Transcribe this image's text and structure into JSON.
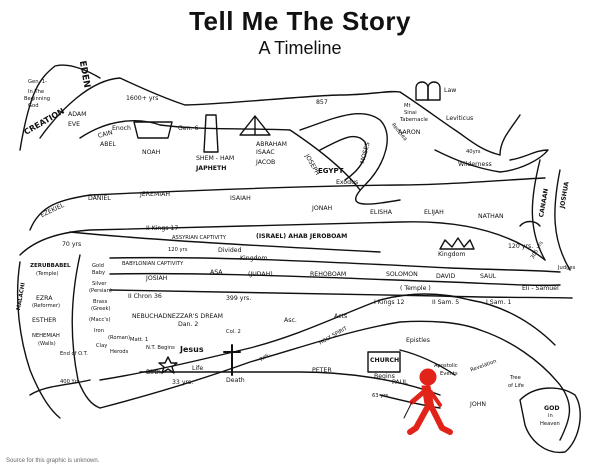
{
  "title": "Tell Me The Story",
  "subtitle": "A Timeline",
  "credit": "Source for this graphic is unknown.",
  "labels": {
    "gen1": "Gen. 1-",
    "beginning1": "In The",
    "beginning2": "Beginning",
    "god": "God",
    "creation": "CREATION",
    "eden": "EDEN",
    "adam": "ADAM",
    "eve": "EVE",
    "cain": "CAIN",
    "abel": "ABEL",
    "enoch": "Enoch",
    "yrs1600": "1600+ yrs",
    "noah": "NOAH",
    "gen6": "Gen. 6",
    "shem_ham": "SHEM - HAM",
    "japheth": "JAPHETH",
    "abraham": "ABRAHAM",
    "isaac": "ISAAC",
    "jacob": "JACOB",
    "n857": "857",
    "egypt": "EGYPT",
    "joseph": "JOSEPH",
    "moses": "MOSES",
    "exodus": "Exodus",
    "law": "Law",
    "mt": "Mt",
    "sinai": "Sinai",
    "tabernacle": "Tabernacle",
    "aaron": "AARON",
    "leviticus": "Leviticus",
    "yrs40": "40yrs",
    "wilderness": "Wilderness",
    "red_sea": "Red Sea",
    "ezekiel": "EZEKIEL",
    "daniel": "DANIEL",
    "jeremiah": "JEREMIAH",
    "isaiah": "ISAIAH",
    "jonah": "JONAH",
    "elisha": "ELISHA",
    "elijah": "ELIJAH",
    "nathan": "NATHAN",
    "canaan": "CANAAN",
    "joshua": "JOSHUA",
    "yrs70": "70 yrs",
    "kings17": "II Kings 17",
    "assyrian_captivity": "ASSYRIAN CAPTIVITY",
    "yrs120a": "120 yrs",
    "divided": "Divided",
    "kingdom1": "Kingdom",
    "israel": "(ISRAEL) AHAB JEROBOAM",
    "kingdom2": "Kingdom",
    "yrs120b": "120 yrs.",
    "yrs305": "305 yrs",
    "judges": "Judges",
    "eli_samuel": "Eli - Samuel",
    "gold": "Gold",
    "babylon": "Baby",
    "silver": "Silver",
    "persian": "(Persian)",
    "brass": "Brass",
    "greek": "(Greek)",
    "maccs": "(Macc's)",
    "iron": "Iron",
    "roman": "(Roman)",
    "clay": "Clay",
    "herods": "Herods",
    "zerubbabel": "ZERUBBABEL",
    "temple1": "(Temple)",
    "ezra": "EZRA",
    "reformer": "(Reformer)",
    "esther": "ESTHER",
    "nehemiah": "NEHEMIAH",
    "walls": "(Walls)",
    "babylonian_captivity": "BABYLONIAN CAPTIVITY",
    "josiah": "JOSIAH",
    "asa": "ASA",
    "judah": "(JUDAH)",
    "rehoboam": "REHOBOAM",
    "solomon": "SOLOMON",
    "david": "DAVID",
    "saul": "SAUL",
    "temple2": "( Temple )",
    "chron36": "II Chron 36",
    "yrs399": "399 yrs.",
    "kings12": "I Kings 12",
    "sam5": "II Sam. 5",
    "sam1": "I Sam. 1",
    "nebuchadnezzar": "NEBUCHADNEZZAR'S DREAM",
    "dan2": "Dan. 2",
    "matt1": "Matt. 1",
    "nt_begins": "N.T. Begins",
    "jesus": "Jesus",
    "birth": "Birth",
    "life": "Life",
    "col2": "Col. 2",
    "death": "Death",
    "asc": "Asc.",
    "acts": "Acts",
    "holy_spirit": "HOLY SPIRIT",
    "church": "CHURCH",
    "begins": "Begins",
    "epistles": "Epistles",
    "apostolic": "Apostolic",
    "events": "Events",
    "revelation": "Revelation",
    "tree": "Tree",
    "of_life": "of Life",
    "god_heaven1": "GOD",
    "god_heaven2": "in",
    "god_heaven3": "Heaven",
    "peter": "PETER",
    "paul": "PAUL",
    "john": "JOHN",
    "yrs400": "400 Yrs",
    "yrs33": "33 yrs.",
    "yrs63": "63 yrs",
    "end_ot": "End of O.T.",
    "malachi": "MALACHI",
    "res": "Res."
  }
}
